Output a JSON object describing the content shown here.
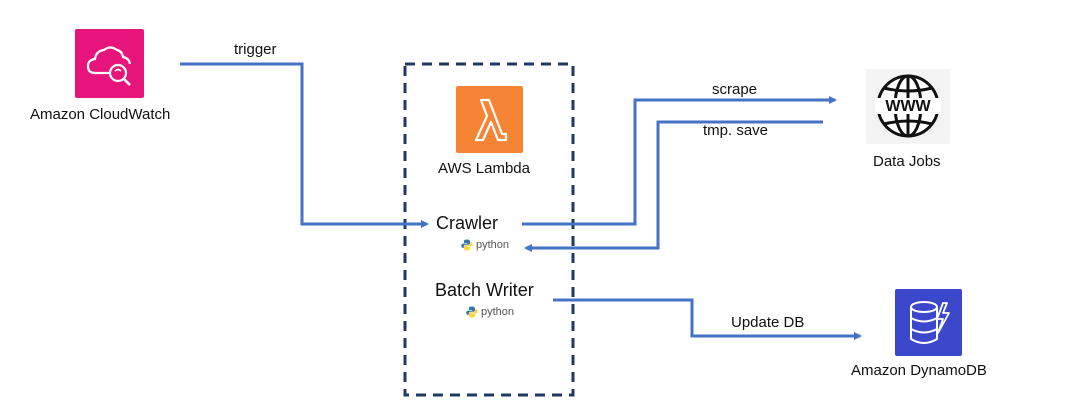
{
  "nodes": {
    "cloudwatch": {
      "label": "Amazon CloudWatch",
      "color": "#e7157b",
      "icon": "cloudwatch-icon"
    },
    "lambda": {
      "label": "AWS Lambda",
      "color": "#f58534",
      "icon": "lambda-icon"
    },
    "crawler": {
      "label": "Crawler",
      "badge": "python"
    },
    "batch_writer": {
      "label": "Batch Writer",
      "badge": "python"
    },
    "data_jobs": {
      "label": "Data Jobs",
      "icon": "www-globe-icon"
    },
    "dynamodb": {
      "label": "Amazon DynamoDB",
      "color": "#3b48cc",
      "icon": "dynamodb-icon"
    }
  },
  "edges": {
    "trigger": "trigger",
    "scrape": "scrape",
    "tmp_save": "tmp. save",
    "update_db": "Update DB"
  },
  "colors": {
    "arrow": "#4472c4",
    "boundary": "#1f3864"
  }
}
